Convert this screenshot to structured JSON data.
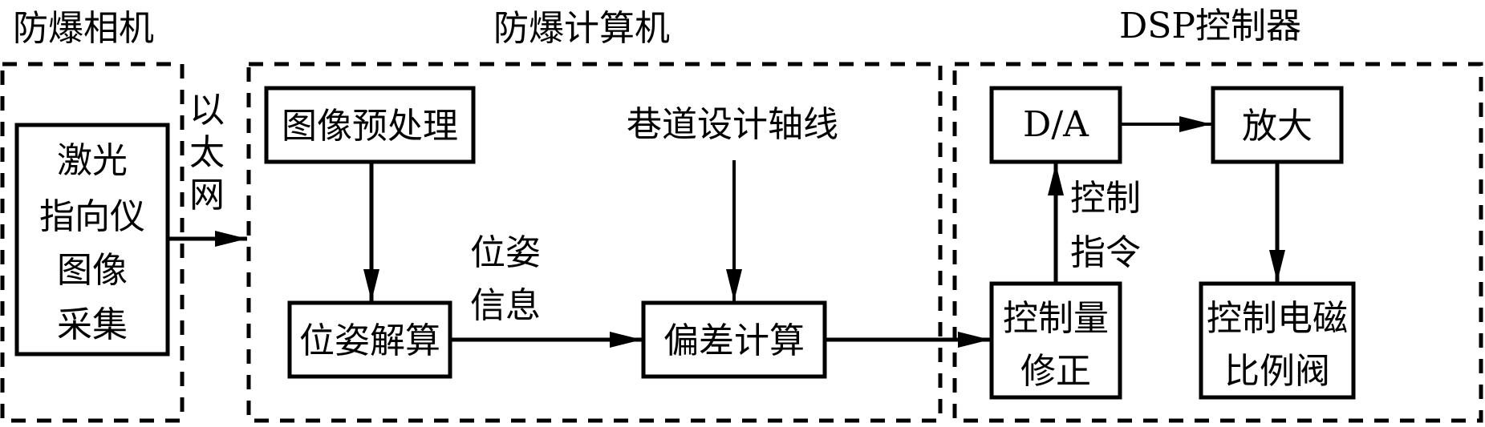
{
  "groups": {
    "camera": {
      "title": "防爆相机"
    },
    "computer": {
      "title": "防爆计算机"
    },
    "dsp": {
      "title": "DSP控制器"
    }
  },
  "blocks": {
    "laser": {
      "lines": [
        "激光",
        "指向仪",
        "图像",
        "采集"
      ]
    },
    "preprocess": {
      "lines": [
        "图像预处理"
      ]
    },
    "pose_solve": {
      "lines": [
        "位姿解算"
      ]
    },
    "deviation": {
      "lines": [
        "偏差计算"
      ]
    },
    "correction": {
      "lines": [
        "控制量",
        "修正"
      ]
    },
    "da": {
      "lines": [
        "D/A"
      ]
    },
    "amplify": {
      "lines": [
        "放大"
      ]
    },
    "valve": {
      "lines": [
        "控制电磁",
        "比例阀"
      ]
    }
  },
  "labels": {
    "ethernet": [
      "以",
      "太",
      "网"
    ],
    "axis": "巷道设计轴线",
    "pose_info": [
      "位姿",
      "信息"
    ],
    "control_cmd": [
      "控制",
      "指令"
    ]
  }
}
